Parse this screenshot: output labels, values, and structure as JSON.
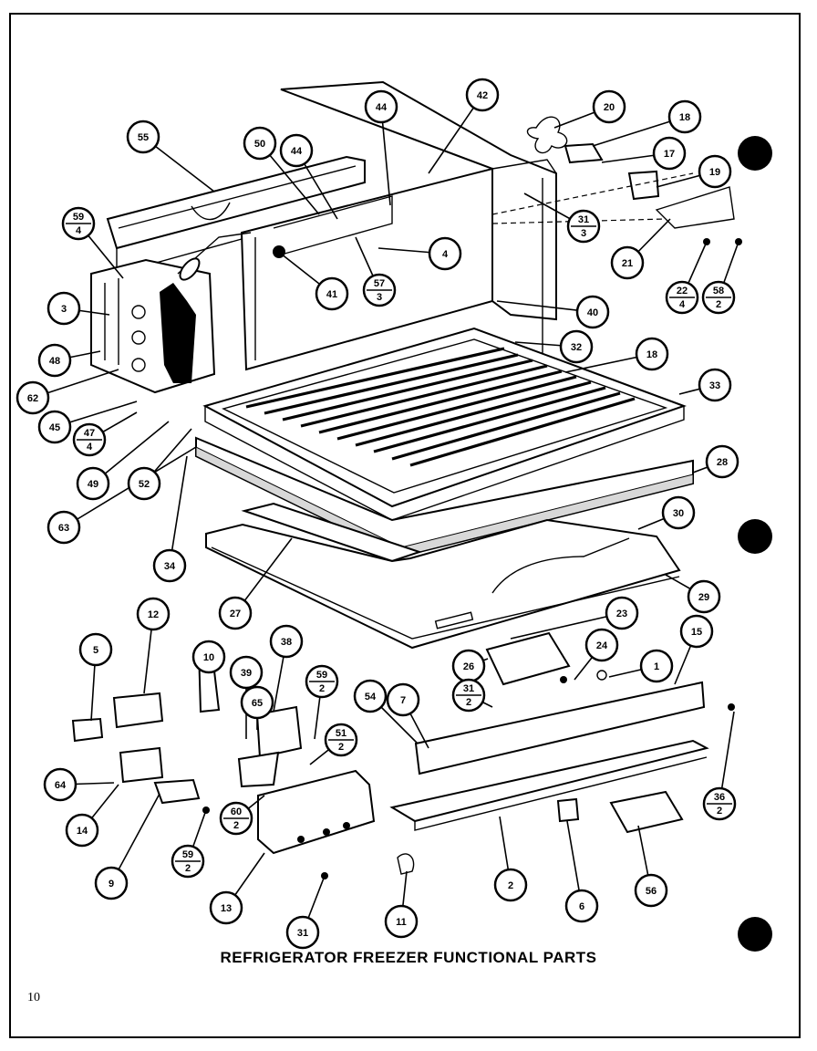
{
  "title": "REFRIGERATOR FREEZER FUNCTIONAL PARTS",
  "page_number": "10",
  "callouts": [
    {
      "id": "c55",
      "label": "55"
    },
    {
      "id": "c44a",
      "label": "44"
    },
    {
      "id": "c42",
      "label": "42"
    },
    {
      "id": "c20",
      "label": "20"
    },
    {
      "id": "c18a",
      "label": "18"
    },
    {
      "id": "c17",
      "label": "17"
    },
    {
      "id": "c19",
      "label": "19"
    },
    {
      "id": "c50",
      "label": "50"
    },
    {
      "id": "c44b",
      "label": "44"
    },
    {
      "id": "c59a",
      "top": "59",
      "bottom": "4"
    },
    {
      "id": "c4",
      "label": "4"
    },
    {
      "id": "c31a",
      "top": "31",
      "bottom": "3"
    },
    {
      "id": "c21",
      "label": "21"
    },
    {
      "id": "c22",
      "top": "22",
      "bottom": "4"
    },
    {
      "id": "c58",
      "top": "58",
      "bottom": "2"
    },
    {
      "id": "c41",
      "label": "41"
    },
    {
      "id": "c57",
      "top": "57",
      "bottom": "3"
    },
    {
      "id": "c3",
      "label": "3"
    },
    {
      "id": "c40",
      "label": "40"
    },
    {
      "id": "c48",
      "label": "48"
    },
    {
      "id": "c32",
      "label": "32"
    },
    {
      "id": "c18b",
      "label": "18"
    },
    {
      "id": "c62",
      "label": "62"
    },
    {
      "id": "c33",
      "label": "33"
    },
    {
      "id": "c45",
      "label": "45"
    },
    {
      "id": "c47",
      "top": "47",
      "bottom": "4"
    },
    {
      "id": "c49",
      "label": "49"
    },
    {
      "id": "c28",
      "label": "28"
    },
    {
      "id": "c52",
      "label": "52"
    },
    {
      "id": "c63",
      "label": "63"
    },
    {
      "id": "c30",
      "label": "30"
    },
    {
      "id": "c34",
      "label": "34"
    },
    {
      "id": "c27",
      "label": "27"
    },
    {
      "id": "c29",
      "label": "29"
    },
    {
      "id": "c12",
      "label": "12"
    },
    {
      "id": "c23",
      "label": "23"
    },
    {
      "id": "c5",
      "label": "5"
    },
    {
      "id": "c10",
      "label": "10"
    },
    {
      "id": "c38",
      "label": "38"
    },
    {
      "id": "c1",
      "label": "1"
    },
    {
      "id": "c15",
      "label": "15"
    },
    {
      "id": "c24",
      "label": "24"
    },
    {
      "id": "c26",
      "label": "26"
    },
    {
      "id": "c39",
      "label": "39"
    },
    {
      "id": "c59b",
      "top": "59",
      "bottom": "2"
    },
    {
      "id": "c54",
      "label": "54"
    },
    {
      "id": "c7",
      "label": "7"
    },
    {
      "id": "c31b",
      "top": "31",
      "bottom": "2"
    },
    {
      "id": "c65",
      "label": "65"
    },
    {
      "id": "c51",
      "top": "51",
      "bottom": "2"
    },
    {
      "id": "c64",
      "label": "64"
    },
    {
      "id": "c36",
      "top": "36",
      "bottom": "2"
    },
    {
      "id": "c14",
      "label": "14"
    },
    {
      "id": "c60",
      "top": "60",
      "bottom": "2"
    },
    {
      "id": "c59c",
      "top": "59",
      "bottom": "2"
    },
    {
      "id": "c9",
      "label": "9"
    },
    {
      "id": "c13",
      "label": "13"
    },
    {
      "id": "c2",
      "label": "2"
    },
    {
      "id": "c6",
      "label": "6"
    },
    {
      "id": "c56",
      "label": "56"
    },
    {
      "id": "c31c",
      "label": "31"
    },
    {
      "id": "c11",
      "label": "11"
    }
  ]
}
